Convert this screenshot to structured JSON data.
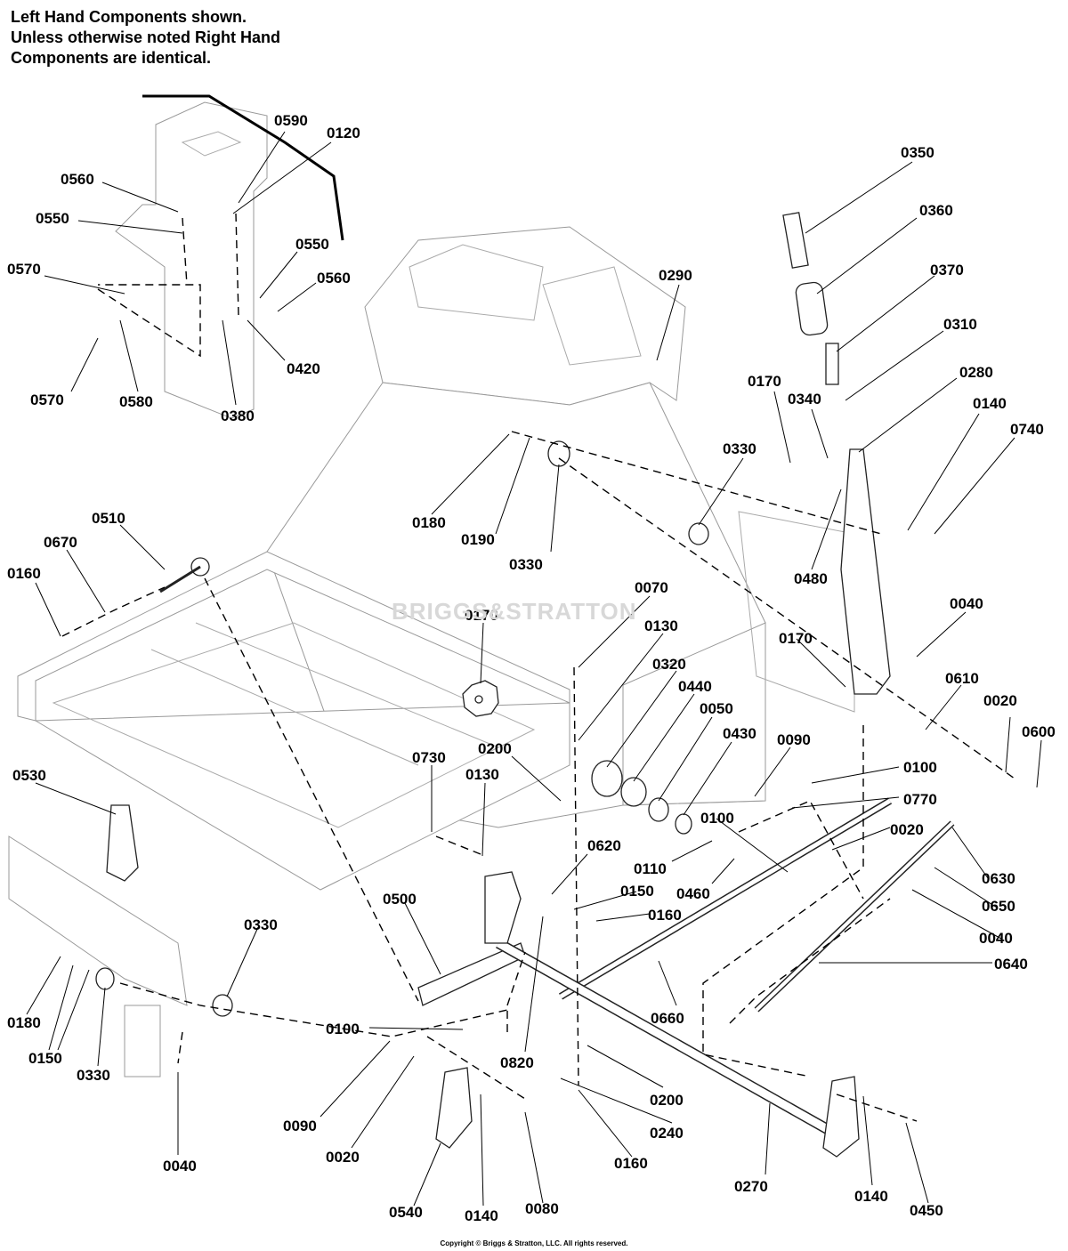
{
  "note": [
    "Left Hand Components shown.",
    "Unless otherwise noted Right Hand",
    "Components are identical."
  ],
  "watermark": "BRIGGS&STRATTON",
  "copyright": "Copyright © Briggs & Stratton, LLC. All rights reserved.",
  "callouts": [
    "0590",
    "0120",
    "0560",
    "0550",
    "0570",
    "0550",
    "0560",
    "0420",
    "0580",
    "0380",
    "0570",
    "0350",
    "0360",
    "0370",
    "0290",
    "0310",
    "0280",
    "0170",
    "0340",
    "0140",
    "0740",
    "0330",
    "0180",
    "0190",
    "0330",
    "0480",
    "0510",
    "0670",
    "0160",
    "0040",
    "0170",
    "0070",
    "0130",
    "0170",
    "0320",
    "0440",
    "0050",
    "0430",
    "0090",
    "0100",
    "0770",
    "0610",
    "0020",
    "0600",
    "0200",
    "0730",
    "0130",
    "0530",
    "0100",
    "0110",
    "0460",
    "0020",
    "0630",
    "0650",
    "0620",
    "0150",
    "0160",
    "0500",
    "0040",
    "0640",
    "0330",
    "0660",
    "0180",
    "0150",
    "0330",
    "0100",
    "0820",
    "0090",
    "0020",
    "0200",
    "0240",
    "0160",
    "0270",
    "0040",
    "0540",
    "0140",
    "0080",
    "0140",
    "0450"
  ]
}
